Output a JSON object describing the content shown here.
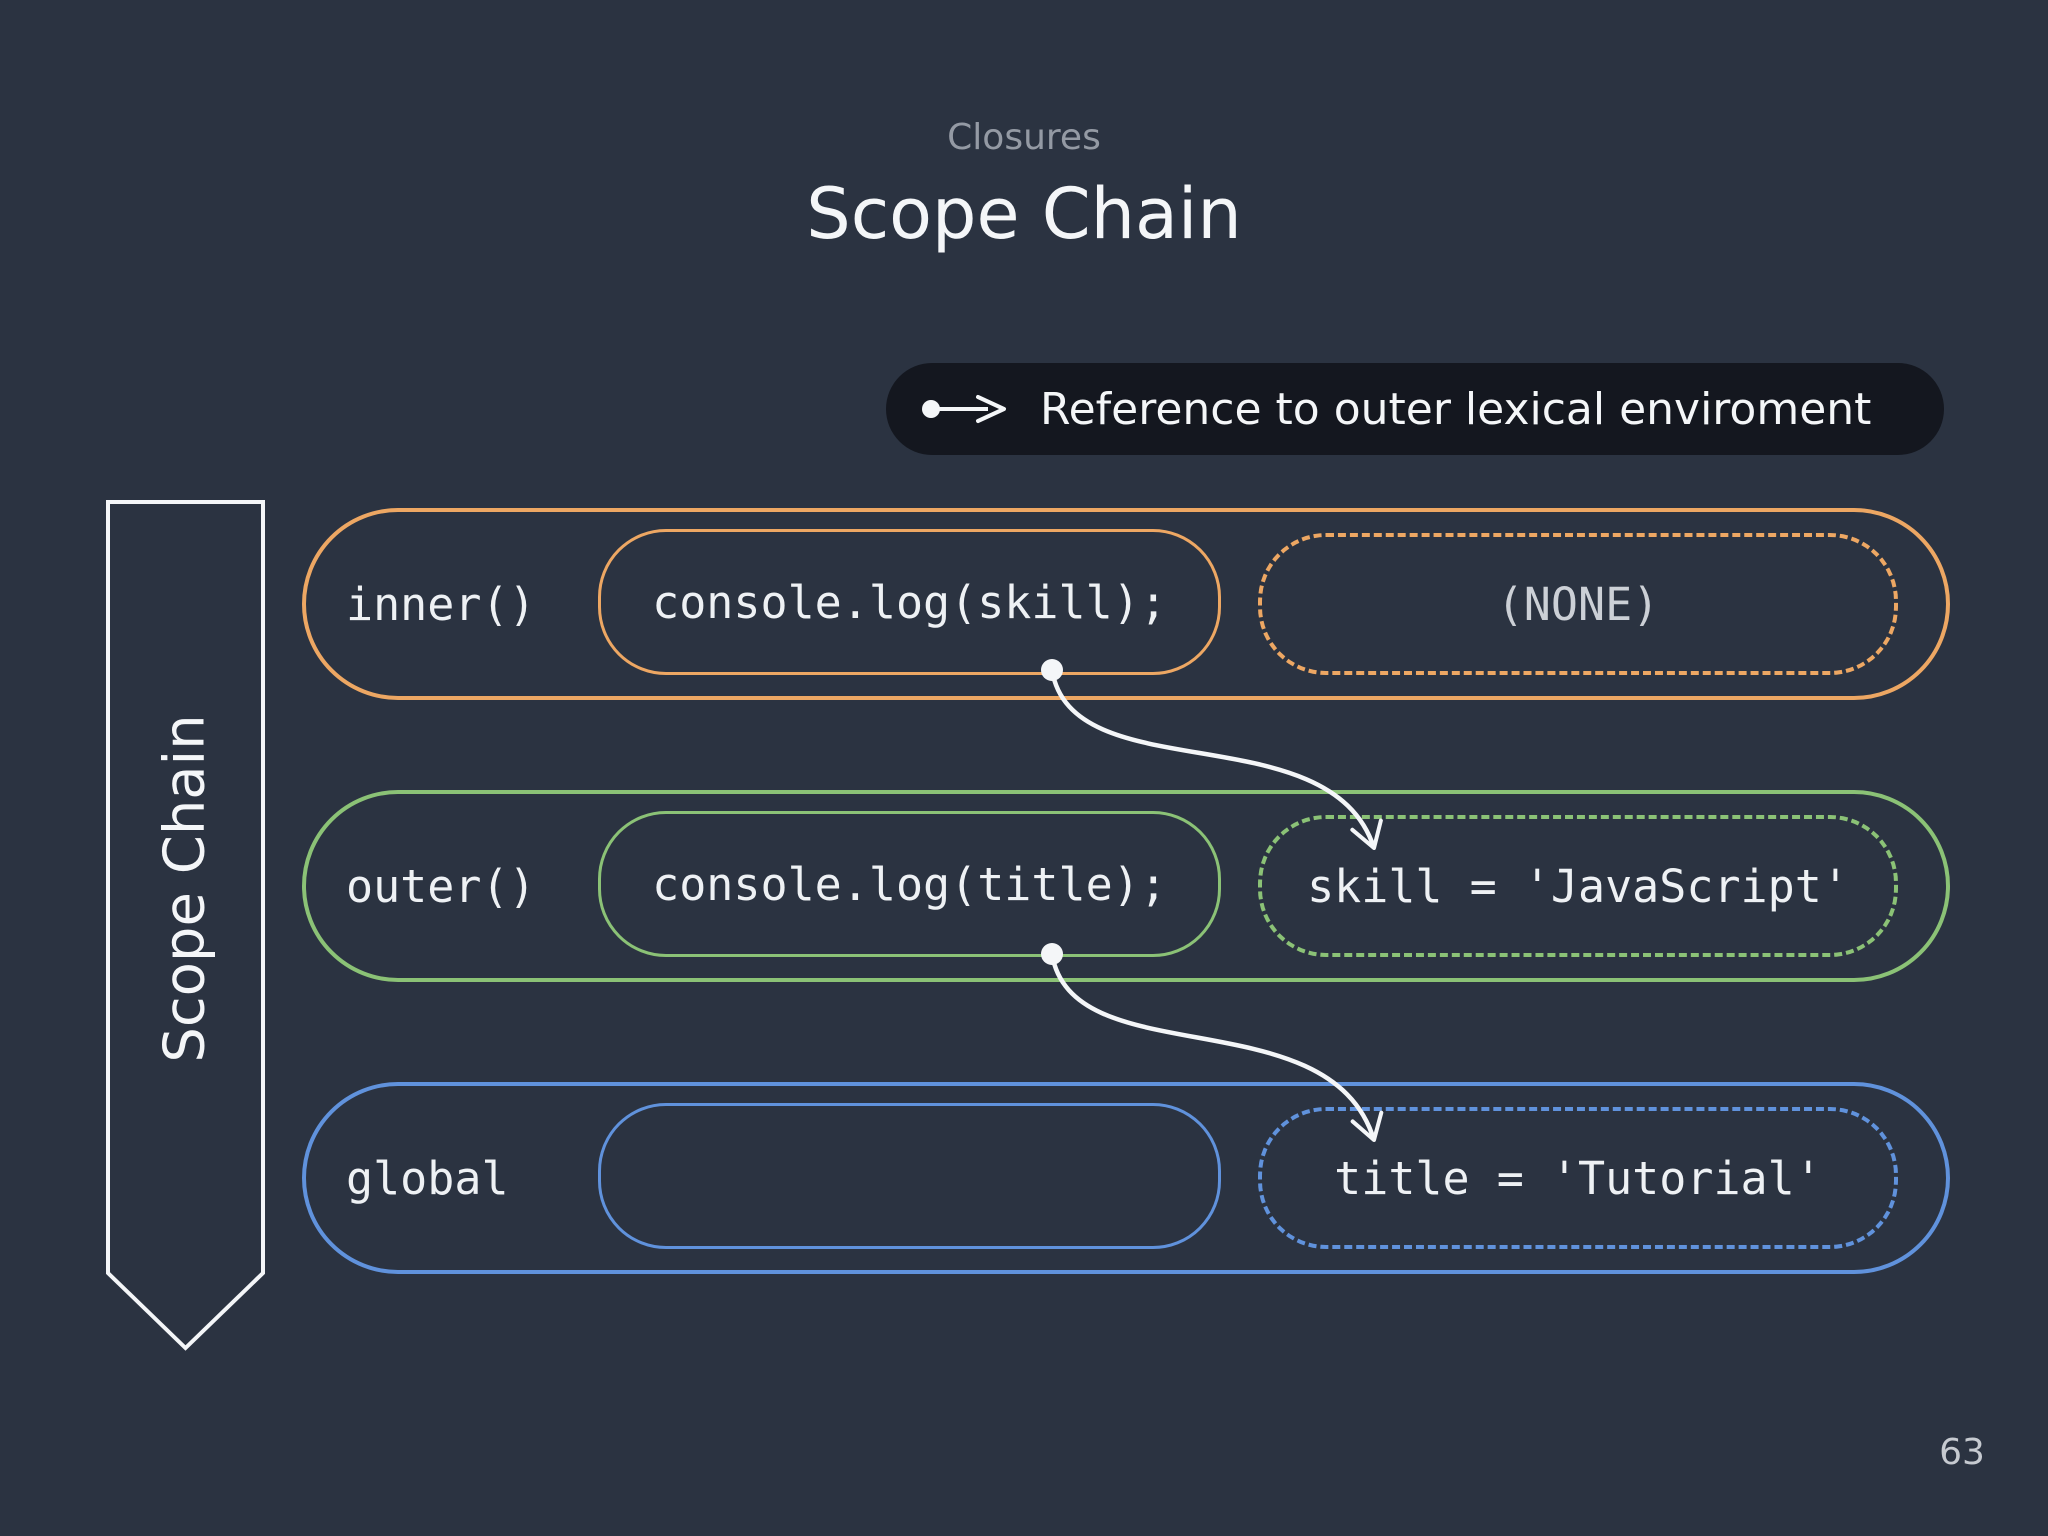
{
  "colors": {
    "background": "#2b3341",
    "legend_bg": "#14171f",
    "orange": "#eda763",
    "green": "#8bc276",
    "blue": "#6092dc",
    "text_light": "#f4f6f8",
    "text_muted": "#949aa4",
    "code_text": "#eef1f4",
    "env_none_text": "#ccd0d6",
    "arrow": "#f4f6f8",
    "page_number_text": "#c6cad0"
  },
  "header": {
    "eyebrow": "Closures",
    "title": "Scope Chain"
  },
  "legend": {
    "icon": "dot-arrow-right-icon",
    "label": "Reference to outer lexical enviroment"
  },
  "banner": {
    "label": "Scope Chain"
  },
  "rows": [
    {
      "id": "inner-scope",
      "label": "inner()",
      "code": "console.log(skill);",
      "environment": "(NONE)",
      "color": "#eda763"
    },
    {
      "id": "outer-scope",
      "label": "outer()",
      "code": "console.log(title);",
      "environment": "skill = 'JavaScript'",
      "color": "#8bc276"
    },
    {
      "id": "global-scope",
      "label": "global",
      "code": "",
      "environment": "title = 'Tutorial'",
      "color": "#6092dc"
    }
  ],
  "arrows": [
    {
      "from": "console.log(skill);",
      "to": "skill = 'JavaScript'"
    },
    {
      "from": "console.log(title);",
      "to": "title = 'Tutorial'"
    }
  ],
  "footer": {
    "page_number": "63"
  }
}
